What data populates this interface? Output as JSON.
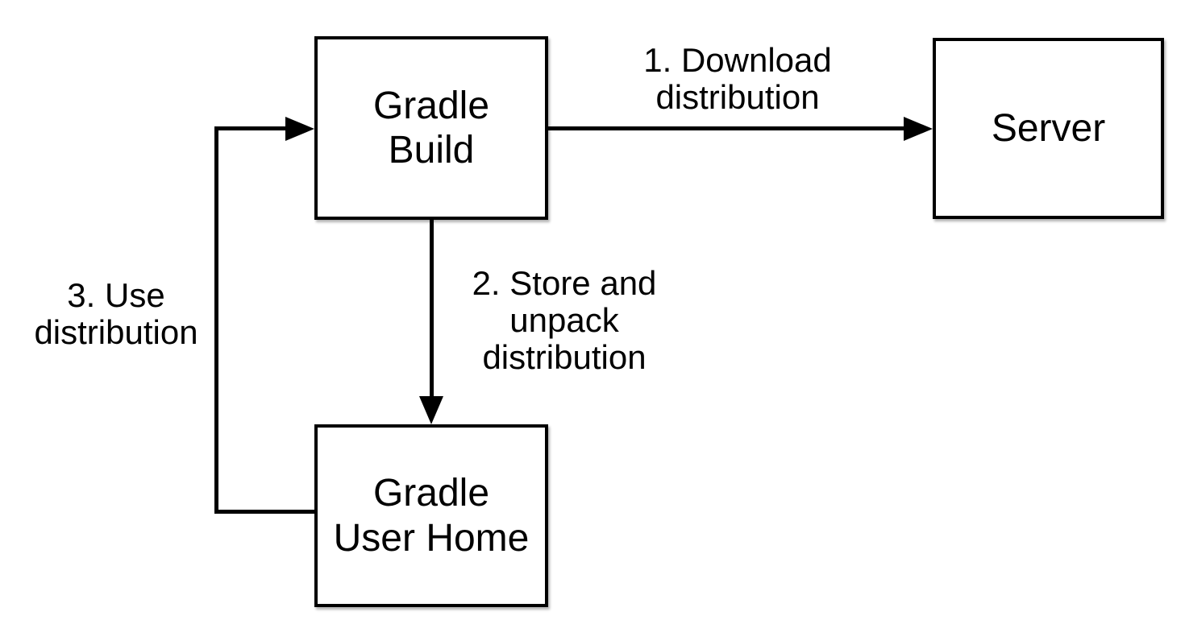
{
  "colors": {
    "background": "#ffffff",
    "node_fill": "#ffffff",
    "stroke": "#000000",
    "text": "#000000"
  },
  "nodes": {
    "gradle_build": {
      "label": "Gradle\nBuild"
    },
    "server": {
      "label": "Server"
    },
    "gradle_user_home": {
      "label": "Gradle\nUser Home"
    }
  },
  "edges": {
    "download": {
      "label": "1. Download\ndistribution",
      "from": "Gradle Build",
      "to": "Server"
    },
    "store_unpack": {
      "label": "2. Store and\nunpack\ndistribution",
      "from": "Gradle Build",
      "to": "Gradle User Home"
    },
    "use": {
      "label": "3. Use\ndistribution",
      "from": "Gradle User Home",
      "to": "Gradle Build"
    }
  }
}
